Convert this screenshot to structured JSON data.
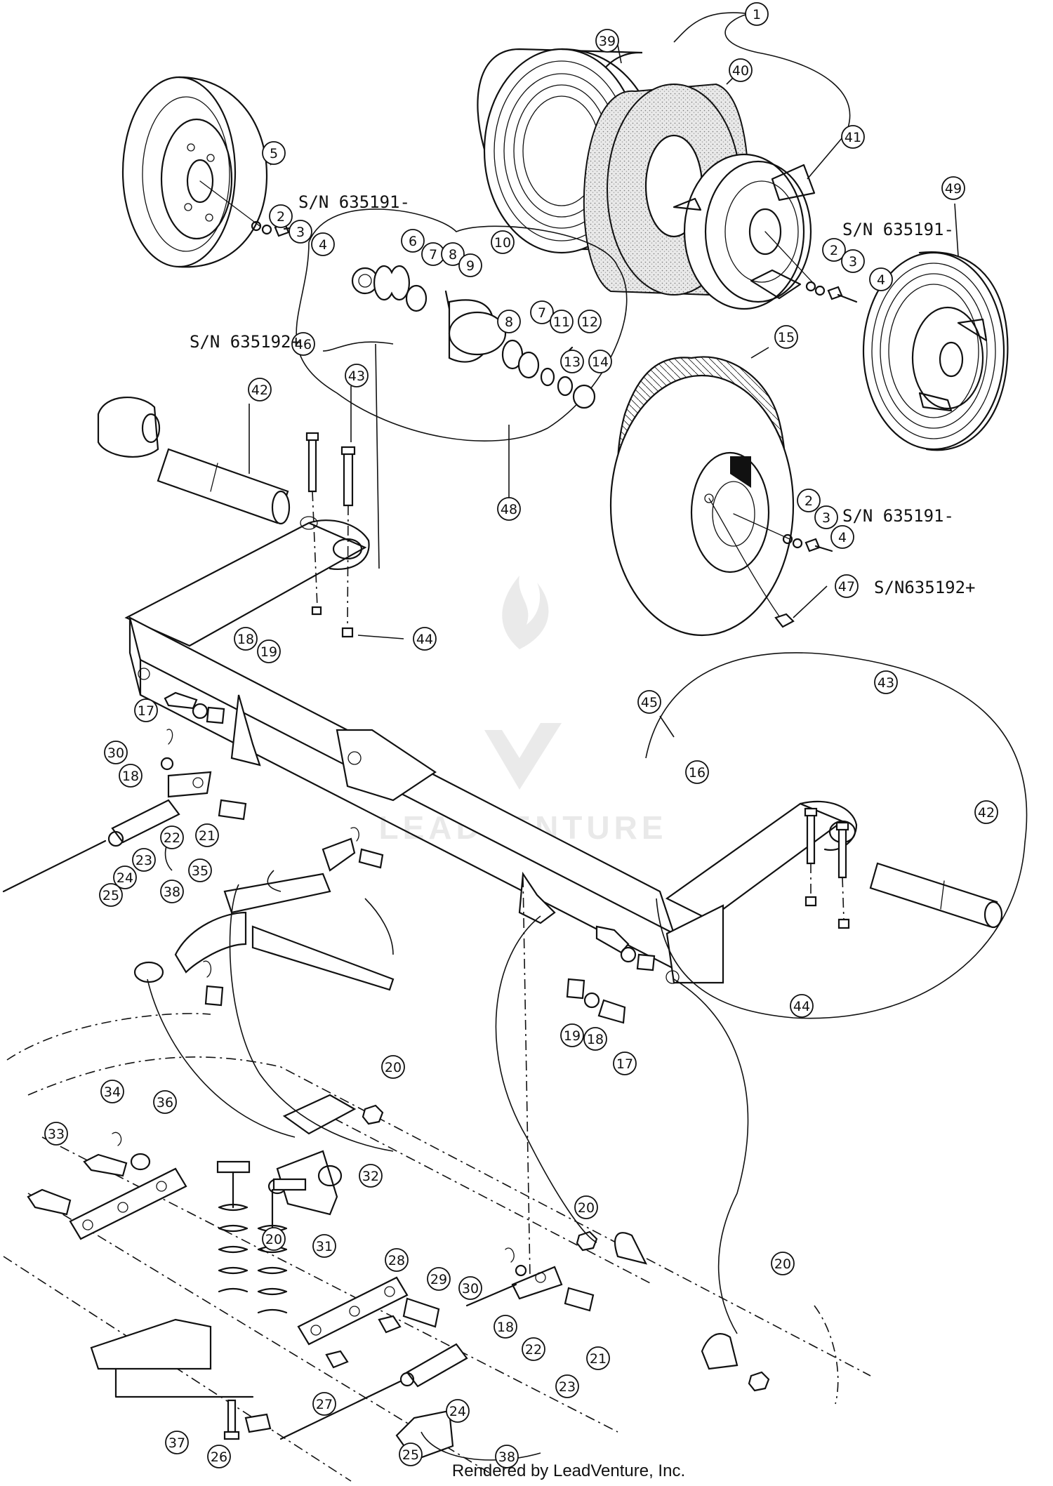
{
  "serial_labels": [
    {
      "id": "sn1",
      "text": "S/N 635191-"
    },
    {
      "id": "sn2",
      "text": "S/N 635192+"
    },
    {
      "id": "sn3",
      "text": "S/N 635191-"
    },
    {
      "id": "sn4",
      "text": "S/N 635191-"
    },
    {
      "id": "sn5",
      "text": "S/N635192+"
    }
  ],
  "callouts": [
    "1",
    "2",
    "3",
    "4",
    "5",
    "6",
    "7",
    "8",
    "9",
    "10",
    "11",
    "12",
    "13",
    "14",
    "15",
    "16",
    "17",
    "18",
    "19",
    "20",
    "21",
    "22",
    "23",
    "24",
    "25",
    "26",
    "27",
    "28",
    "29",
    "30",
    "31",
    "32",
    "33",
    "34",
    "35",
    "36",
    "37",
    "38",
    "39",
    "40",
    "41",
    "42",
    "43",
    "44",
    "45",
    "46",
    "47",
    "48",
    "49"
  ],
  "watermark": {
    "text": "LEADVENTURE"
  },
  "footer": {
    "credit": "Rendered by LeadVenture, Inc."
  }
}
